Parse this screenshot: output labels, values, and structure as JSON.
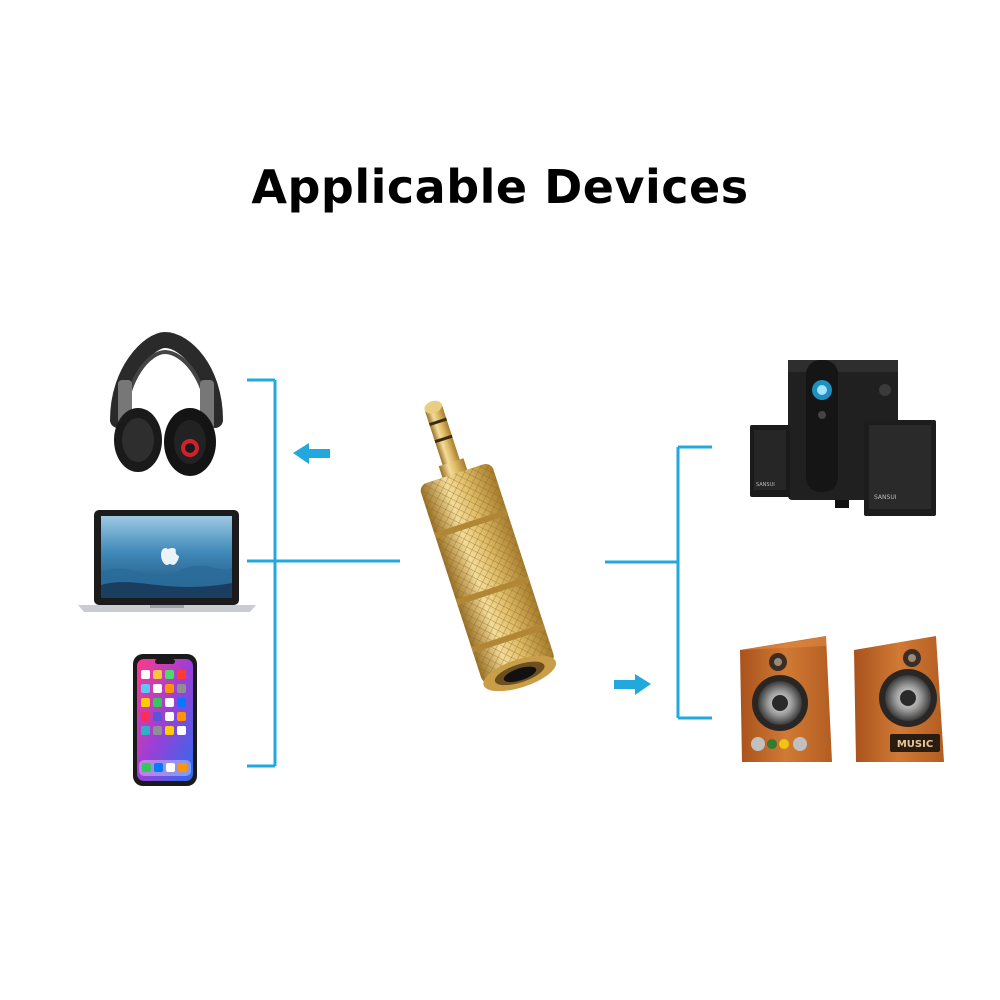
{
  "title": "Applicable Devices",
  "colors": {
    "connector_line": "#21a9de",
    "arrow": "#21a9de",
    "gold_light": "#f3dc9a",
    "gold_mid": "#d9b35c",
    "gold_dark": "#a67c2c",
    "wood": "#c5682a",
    "speaker_black": "#1c1c1c"
  },
  "devices": {
    "source": [
      {
        "name": "headphones",
        "icon": "headphones-icon"
      },
      {
        "name": "laptop",
        "icon": "laptop-icon"
      },
      {
        "name": "smartphone",
        "icon": "smartphone-icon"
      }
    ],
    "output": [
      {
        "name": "computer-speaker-system",
        "icon": "subwoofer-speakers-icon"
      },
      {
        "name": "bookshelf-speakers",
        "icon": "wooden-speakers-icon",
        "badge": "MUSIC"
      }
    ]
  },
  "adapter": {
    "name": "3.5mm to 6.35mm stereo adapter",
    "icon": "audio-adapter-icon"
  }
}
